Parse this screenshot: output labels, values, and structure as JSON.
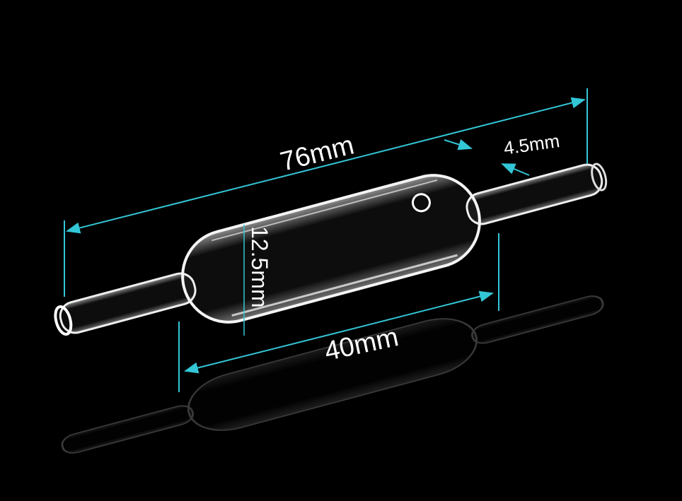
{
  "dimensions": {
    "overall_length": "76mm",
    "tube_diameter": "4.5mm",
    "body_diameter": "12.5mm",
    "body_length": "40mm"
  },
  "colors": {
    "background": "#000000",
    "dimension_line": "#33c6d6",
    "glass": "#ffffff"
  }
}
